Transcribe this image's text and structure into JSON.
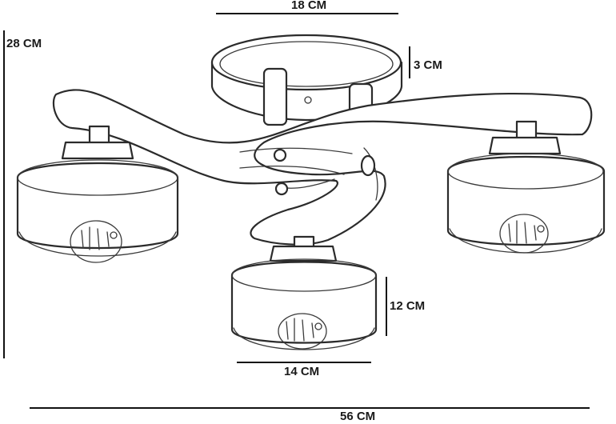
{
  "dimensions": {
    "top_width": "18 CM",
    "height": "28 CM",
    "base_depth": "3 CM",
    "shade_height": "12 CM",
    "shade_width": "14 CM",
    "total_width": "56 CM"
  }
}
